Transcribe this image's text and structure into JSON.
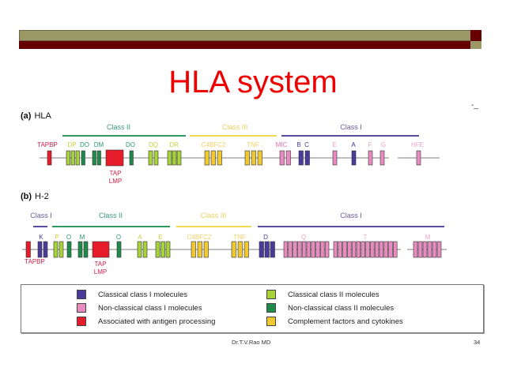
{
  "slide": {
    "title": "HLA system",
    "corner_mark": "-_",
    "footer_author": "Dr.T.V.Rao MD",
    "page_number": "34"
  },
  "colors": {
    "classical_class_I": "#4a3a9a",
    "nonclassical_class_I": "#e88cc0",
    "antigen_processing": "#e51c2a",
    "classical_class_II": "#a8d23a",
    "nonclassical_class_II": "#1f8a4a",
    "complement_cytokines": "#f0c830",
    "class_I_line": "#5a4aa0",
    "class_II_line": "#2a9a60",
    "class_III_line": "#f0d850",
    "title": "#ee0000"
  },
  "panel_a": {
    "label_prefix": "(a)",
    "label": "HLA",
    "regions": [
      {
        "label": "Class II",
        "color": "#2a9a60",
        "text_color": "#3a9a80"
      },
      {
        "label": "Class III",
        "color": "#f0d850",
        "text_color": "#e8d060"
      },
      {
        "label": "Class I",
        "color": "#5a4aa0",
        "text_color": "#6a5aa0"
      }
    ],
    "gene_labels": [
      {
        "text": "TAPBP",
        "color": "#d0204a"
      },
      {
        "text": "DP",
        "color": "#c8d040"
      },
      {
        "text": "DO",
        "color": "#2a9a70"
      },
      {
        "text": "DM",
        "color": "#2a9a70"
      },
      {
        "text": "DO",
        "color": "#2a9a70"
      },
      {
        "text": "DQ",
        "color": "#c8d040"
      },
      {
        "text": "DR",
        "color": "#c8d040"
      },
      {
        "text": "C4BFC2",
        "color": "#f0d060"
      },
      {
        "text": "TNF",
        "color": "#f0d060"
      },
      {
        "text": "MIC",
        "color": "#e070b0"
      },
      {
        "text": "B",
        "color": "#4a3a9a"
      },
      {
        "text": "C",
        "color": "#4a3a9a"
      },
      {
        "text": "E",
        "color": "#f0a0c8"
      },
      {
        "text": "A",
        "color": "#3a2a8a"
      },
      {
        "text": "F",
        "color": "#f0a0c8"
      },
      {
        "text": "G",
        "color": "#f0a0c8"
      },
      {
        "text": "HFE",
        "color": "#f0a0c8"
      }
    ],
    "tap_label_1": "TAP",
    "tap_label_2": "LMP"
  },
  "panel_b": {
    "label_prefix": "(b)",
    "label": "H-2",
    "regions": [
      {
        "label": "Class I",
        "color": "#5a4aa0",
        "text_color": "#6a5aa0"
      },
      {
        "label": "Class II",
        "color": "#2a9a60",
        "text_color": "#3a9a80"
      },
      {
        "label": "Class III",
        "color": "#f0d850",
        "text_color": "#e8d060"
      },
      {
        "label": "Class I",
        "color": "#5a4aa0",
        "text_color": "#6a5aa0"
      }
    ],
    "gene_labels": [
      {
        "text": "K",
        "color": "#4a3a9a"
      },
      {
        "text": "P",
        "color": "#c8d040"
      },
      {
        "text": "O",
        "color": "#2a9a70"
      },
      {
        "text": "M",
        "color": "#2a9a70"
      },
      {
        "text": "O",
        "color": "#2a9a70"
      },
      {
        "text": "A",
        "color": "#c8d040"
      },
      {
        "text": "E",
        "color": "#c8d040"
      },
      {
        "text": "C4BFC2",
        "color": "#f0d060"
      },
      {
        "text": "TNF",
        "color": "#f0d060"
      },
      {
        "text": "D",
        "color": "#4a3a9a"
      },
      {
        "text": "Q",
        "color": "#f0a0c8"
      },
      {
        "text": "T",
        "color": "#f0a0c8"
      },
      {
        "text": "M",
        "color": "#f0a0c8"
      }
    ],
    "tapbp_label": "TAPBP",
    "tap_label_1": "TAP",
    "tap_label_2": "LMP"
  },
  "legend": {
    "items": [
      {
        "label": "Classical class I  molecules",
        "color": "#4a3a9a"
      },
      {
        "label": "Non-classical class I molecules",
        "color": "#e88cc0"
      },
      {
        "label": "Associated with antigen processing",
        "color": "#e51c2a"
      },
      {
        "label": "Classical class II molecules",
        "color": "#a8d23a"
      },
      {
        "label": "Non-classical class II molecules",
        "color": "#1f8a4a"
      },
      {
        "label": "Complement factors and cytokines",
        "color": "#f0c830"
      }
    ]
  }
}
